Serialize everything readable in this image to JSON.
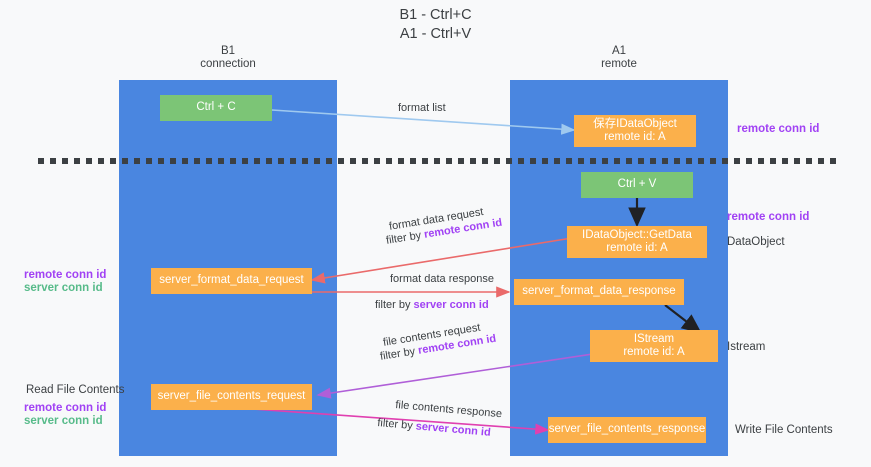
{
  "title": "B1 - Ctrl+C\nA1 - Ctrl+V",
  "columns": {
    "left": "B1\nconnection",
    "right": "A1\nremote"
  },
  "nodes": {
    "ctrl_c": "Ctrl + C",
    "save_dataobject": "保存IDataObject\nremote id: A",
    "ctrl_v": "Ctrl + V",
    "getdata": "IDataObject::GetData\nremote id: A",
    "server_format_data_request": "server_format_data_request",
    "server_format_data_response": "server_format_data_response",
    "istream": "IStream\nremote id: A",
    "server_file_contents_request": "server_file_contents_request",
    "server_file_contents_response": "server_file_contents_response"
  },
  "right_labels": {
    "remote_conn_id_top": "remote conn id",
    "remote_conn_id_mid": "remote conn id",
    "dataobject": "DataObject",
    "istream": "Istream",
    "write_file_contents": "Write File Contents"
  },
  "left_labels": {
    "remote_conn_id": "remote conn id",
    "server_conn_id": "server conn id",
    "read_file_contents": "Read File Contents",
    "remote_conn_id_2": "remote conn id",
    "server_conn_id_2": "server conn id"
  },
  "edge_labels": {
    "format_list": "format list",
    "format_data_request": "format data request",
    "format_data_request_filter_pre": "filter by ",
    "format_data_request_filter_key": "remote conn id",
    "format_data_response": "format data response",
    "format_data_response_filter_pre": "filter by ",
    "format_data_response_filter_key": "server conn id",
    "file_contents_request": "file contents request",
    "file_contents_request_filter_pre": "filter by ",
    "file_contents_request_filter_key": "remote conn id",
    "file_contents_response": "file contents response",
    "file_contents_response_filter_pre": "filter by ",
    "file_contents_response_filter_key": "server conn id"
  },
  "colors": {
    "panel": "#4a86e0",
    "green_node": "#7cc576",
    "orange_node": "#fbb04b",
    "purple": "#a142f4",
    "green_text": "#57bb8a",
    "arrow_blue": "#9fc9ef",
    "arrow_red": "#ea6a6a",
    "arrow_black": "#202124",
    "arrow_magenta": "#e040b0",
    "arrow_violet": "#b05fd8",
    "background": "#f8f9fa"
  }
}
